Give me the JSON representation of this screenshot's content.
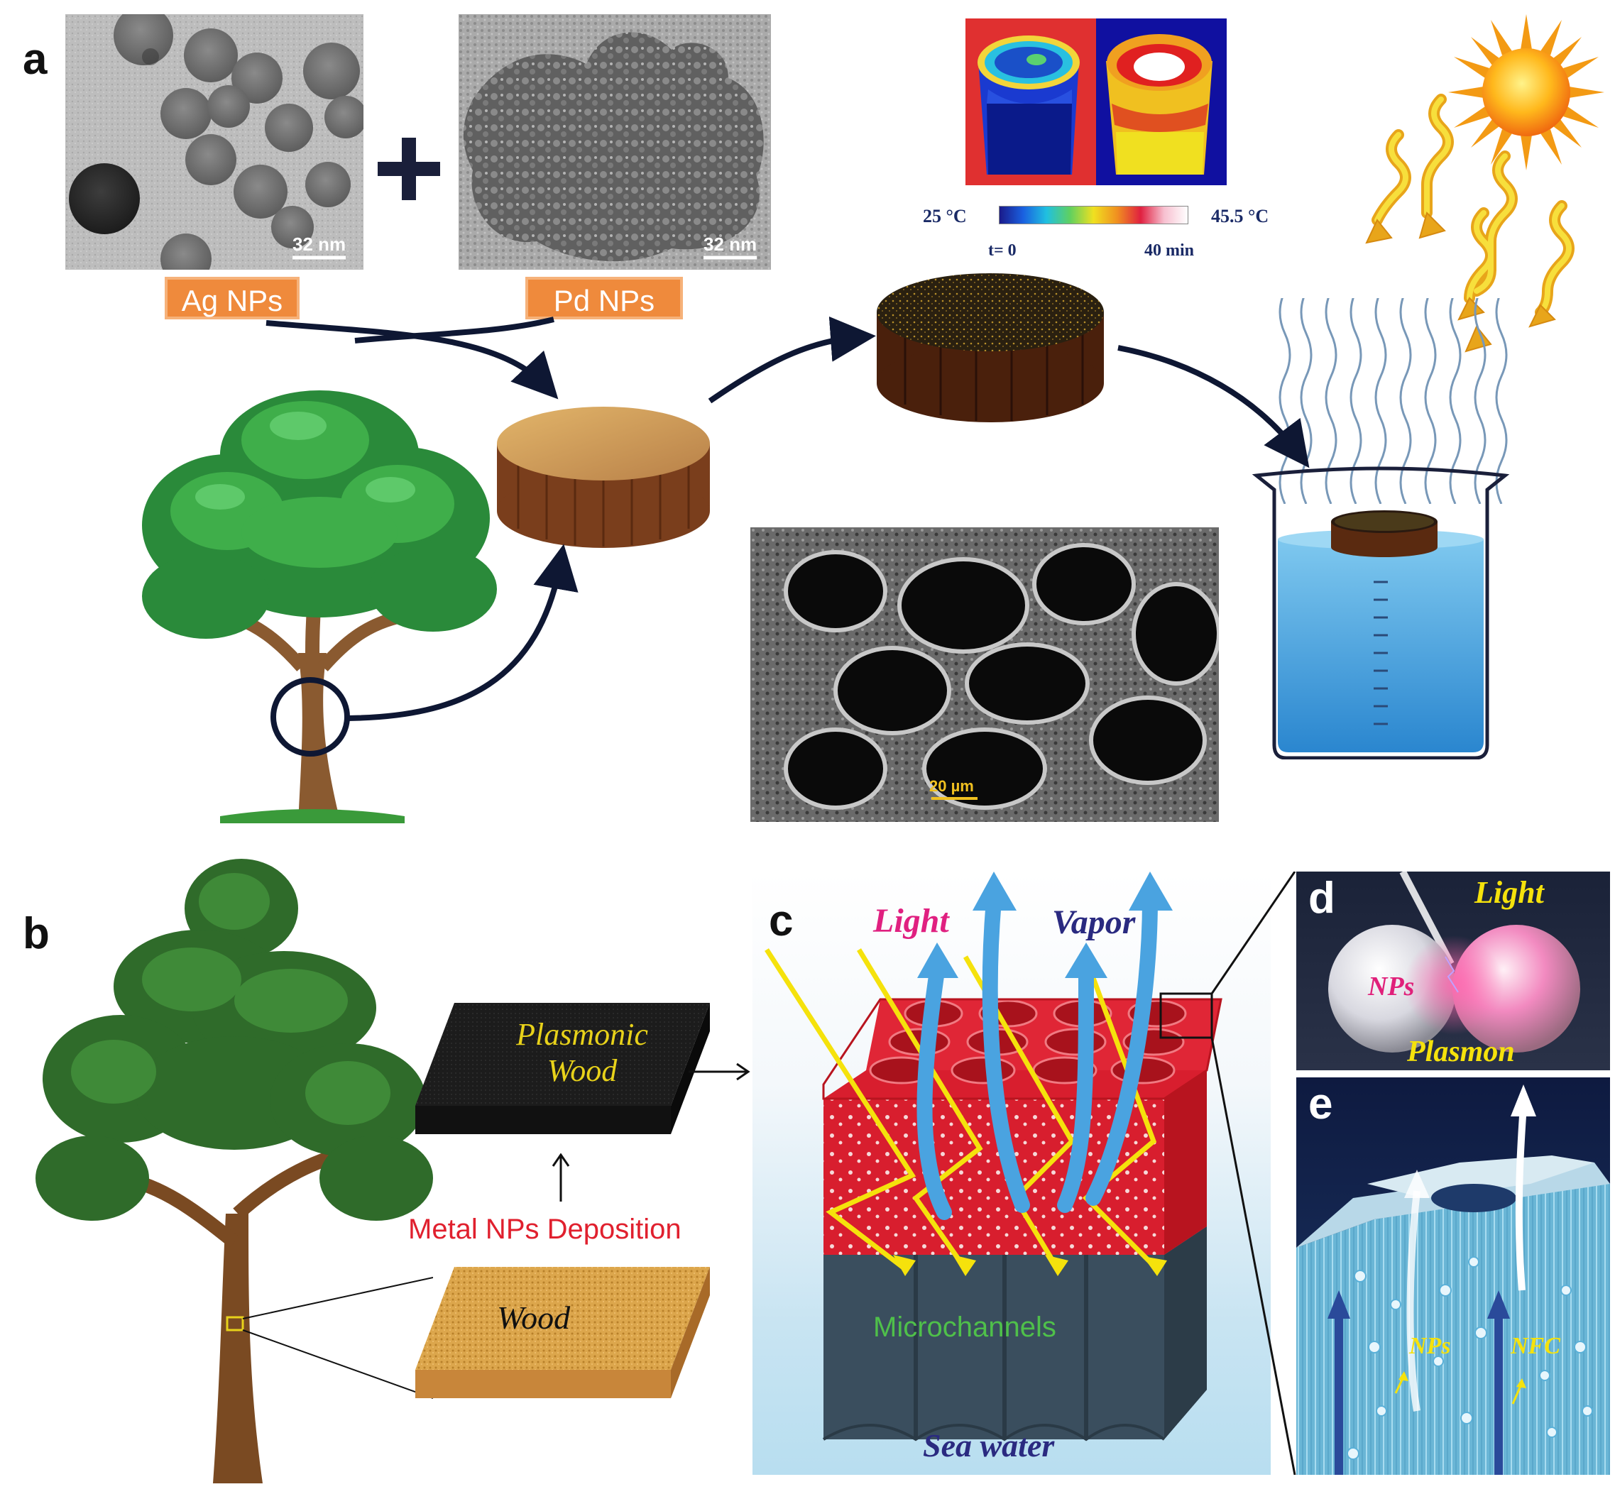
{
  "panels": {
    "a": "a",
    "b": "b",
    "c": "c",
    "d": "d",
    "e": "e"
  },
  "panel_a": {
    "ag_label": "Ag NPs",
    "pd_label": "Pd NPs",
    "ag_scale": "32 nm",
    "pd_scale": "32 nm",
    "plus": "+",
    "thermal": {
      "temp_min": "25 °C",
      "temp_max": "45.5 °C",
      "time_start": "t= 0",
      "time_end": "40 min"
    },
    "sem_scale": "20 µm"
  },
  "panel_b": {
    "plasmonic_line1": "Plasmonic",
    "plasmonic_line2": "Wood",
    "deposition": "Metal NPs Deposition",
    "wood": "Wood"
  },
  "panel_c": {
    "light": "Light",
    "vapor": "Vapor",
    "microchannels": "Microchannels",
    "sea_water": "Sea water"
  },
  "panel_d": {
    "light": "Light",
    "nps": "NPs",
    "plasmon": "Plasmon"
  },
  "panel_e": {
    "nps": "NPs",
    "nfc": "NFC"
  },
  "colors": {
    "arrow_dark": "#0e1733",
    "label_orange": "#ef8a3c",
    "wood_top": "#c98f4a",
    "wood_side": "#7a3e1c",
    "red_block": "#e0202e",
    "vapor_blue": "#4aa3e0",
    "light_yellow": "#f5e20c",
    "deposition_red": "#e0202e",
    "micro_green": "#4fc04a"
  },
  "icons": [
    "sun-icon",
    "tree-icon",
    "beaker-icon",
    "thermal-image",
    "sem-image",
    "tem-image"
  ]
}
